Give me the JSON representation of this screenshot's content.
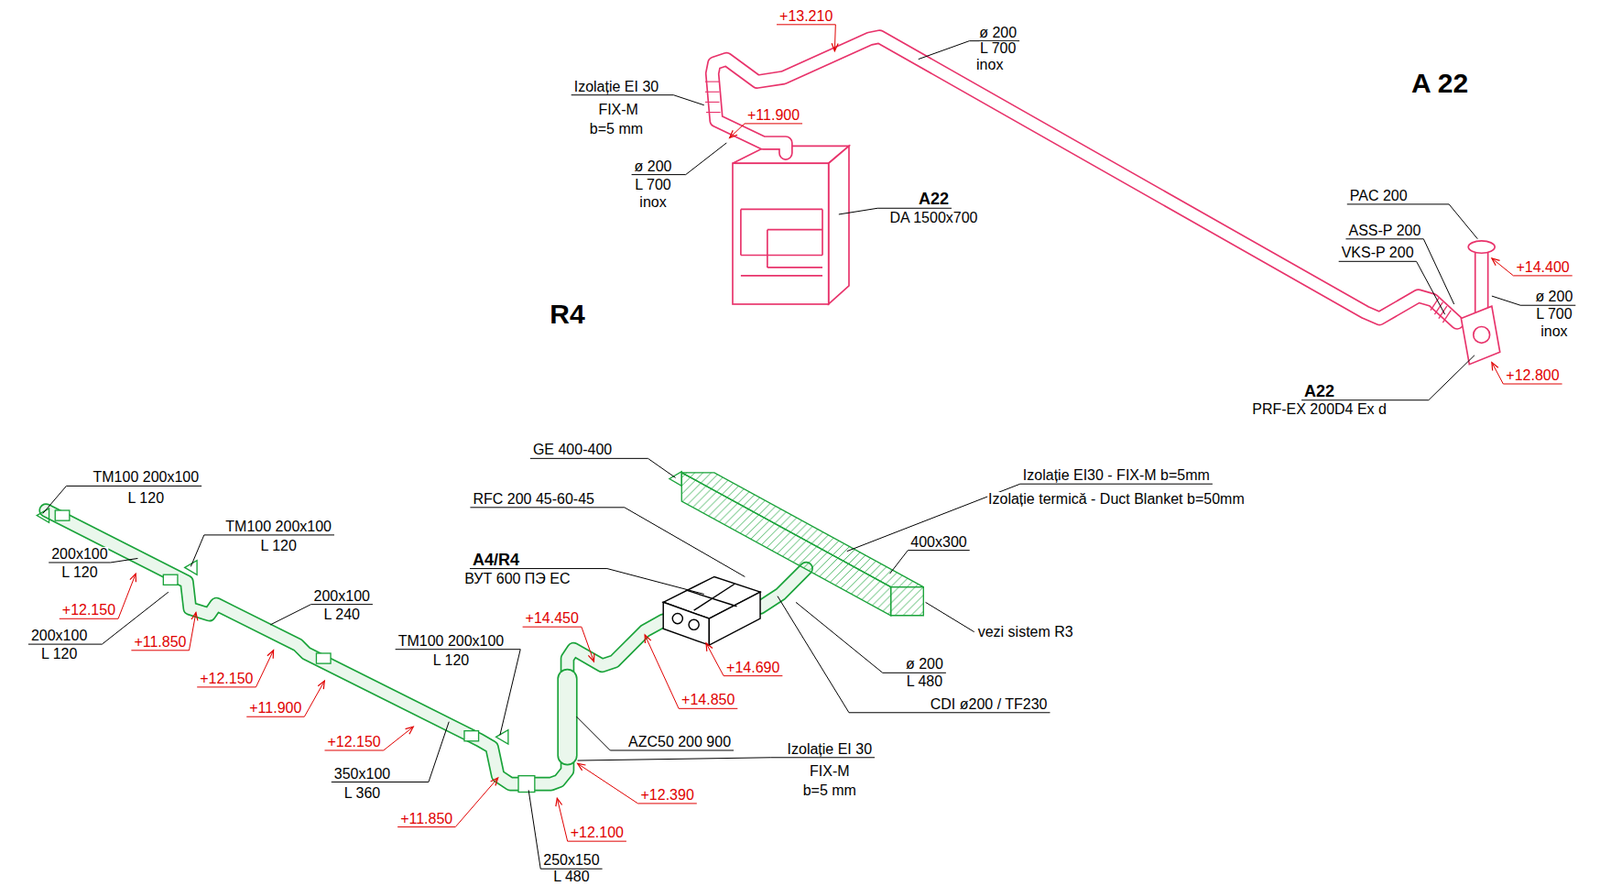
{
  "diagram": {
    "labels": [
      "+13.210",
      "ø 200",
      "L 700",
      "inox",
      "A 22",
      "Izolație EI 30",
      "FIX-M",
      "b=5 mm",
      "+11.900",
      "ø 200",
      "L 700",
      "inox",
      "A22",
      "DA 1500x700",
      "R4",
      "PAC 200",
      "ASS-P 200",
      "VKS-P 200",
      "+14.400",
      "ø 200",
      "L 700",
      "inox",
      "+12.800",
      "A22",
      "PRF-EX 200D4 Ex d",
      "GE 400-400",
      "Izolație EI30 - FIX-M b=5mm",
      "Izolație termică - Duct Blanket b=50mm",
      "TM100 200x100",
      "L 120",
      "RFC 200 45-60-45",
      "TM100 200x100",
      "L 120",
      "A4/R4",
      "ВУТ 600 ПЭ ЕС",
      "400x300",
      "200x100",
      "L 120",
      "+12.150",
      "200x100",
      "L 240",
      "vezi sistem R3",
      "200x100",
      "L 120",
      "+11.850",
      "TM100 200x100",
      "L 120",
      "+14.450",
      "ø 200",
      "L 480",
      "+14.690",
      "+12.150",
      "+14.850",
      "CDI ø200 / TF230",
      "+11.900",
      "AZC50 200 900",
      "Izolație EI 30",
      "FIX-M",
      "b=5 mm",
      "+12.150",
      "350x100",
      "L 360",
      "+12.390",
      "+11.850",
      "+12.100",
      "250x150",
      "L 480"
    ]
  }
}
